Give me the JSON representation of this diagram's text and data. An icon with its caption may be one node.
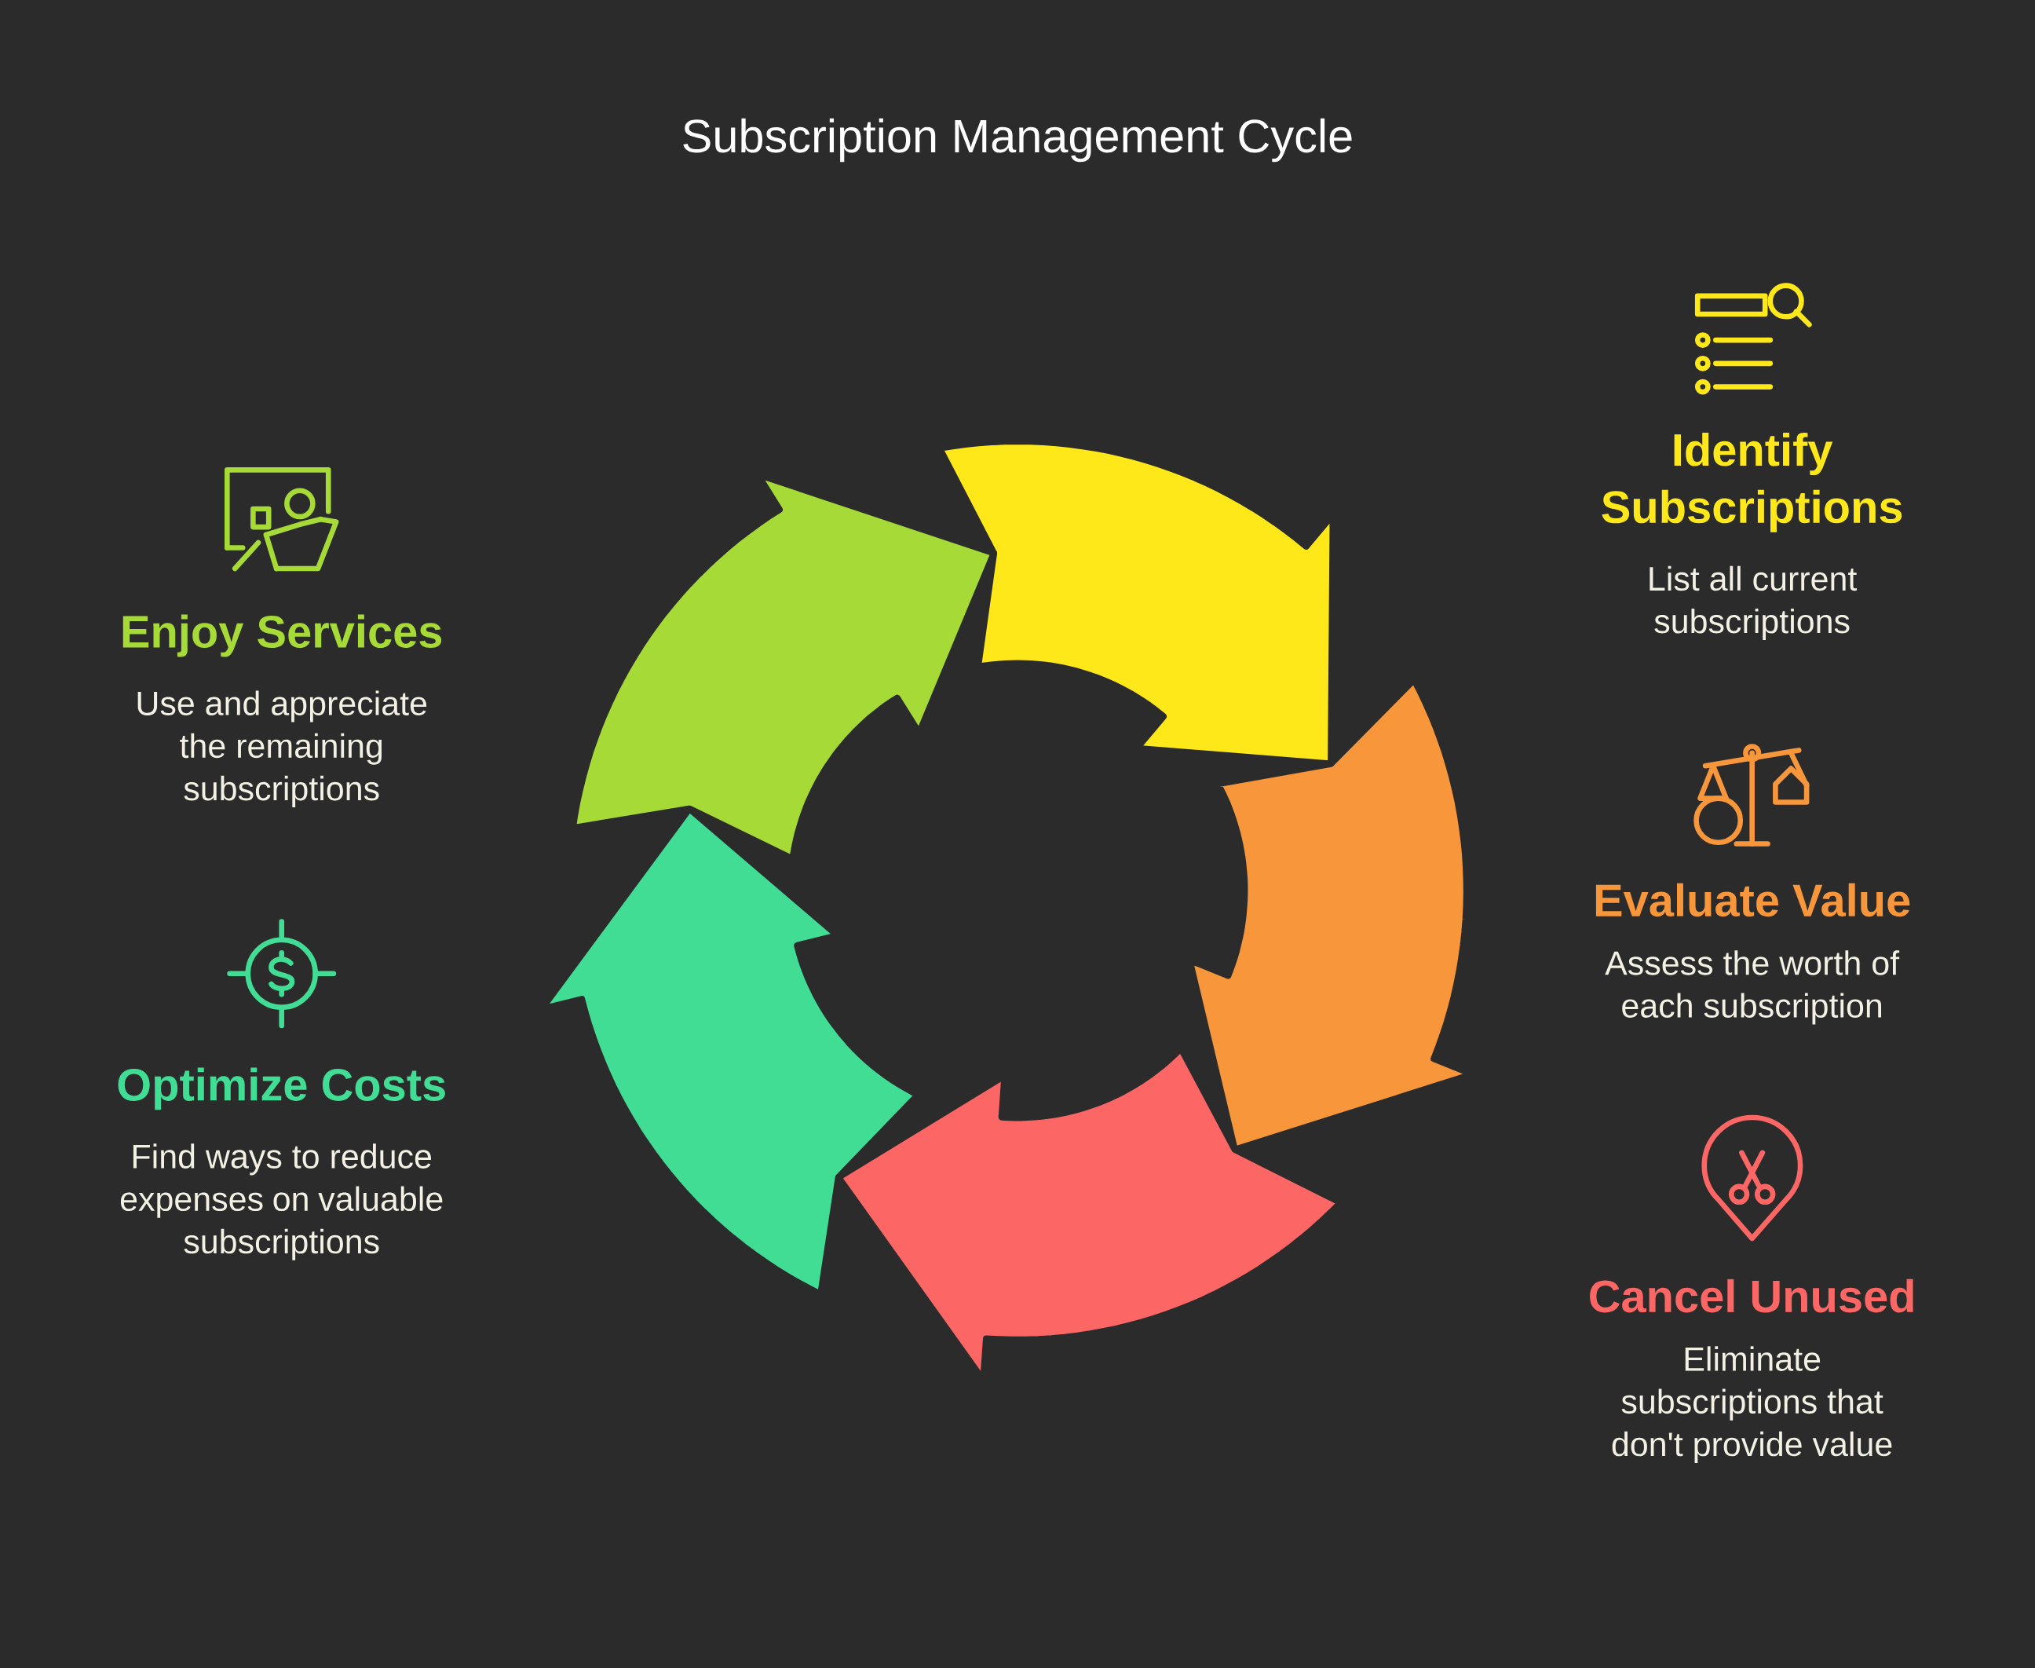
{
  "diagram": {
    "title": "Subscription Management Cycle",
    "nodes": [
      {
        "text": [
          "Identify Subscriptions",
          "List all current subscriptions"
        ]
      },
      {
        "text": [
          "Evaluate Value",
          "Assess the worth of each subscription"
        ]
      },
      {
        "text": [
          "Cancel Unused",
          "Eliminate subscriptions that don't provide value"
        ]
      },
      {
        "text": [
          "Optimize Costs",
          "Find ways to reduce expenses on valuable subscriptions"
        ]
      },
      {
        "text": [
          "Enjoy Services",
          "Use and appreciate the remaining subscriptions"
        ]
      }
    ]
  }
}
